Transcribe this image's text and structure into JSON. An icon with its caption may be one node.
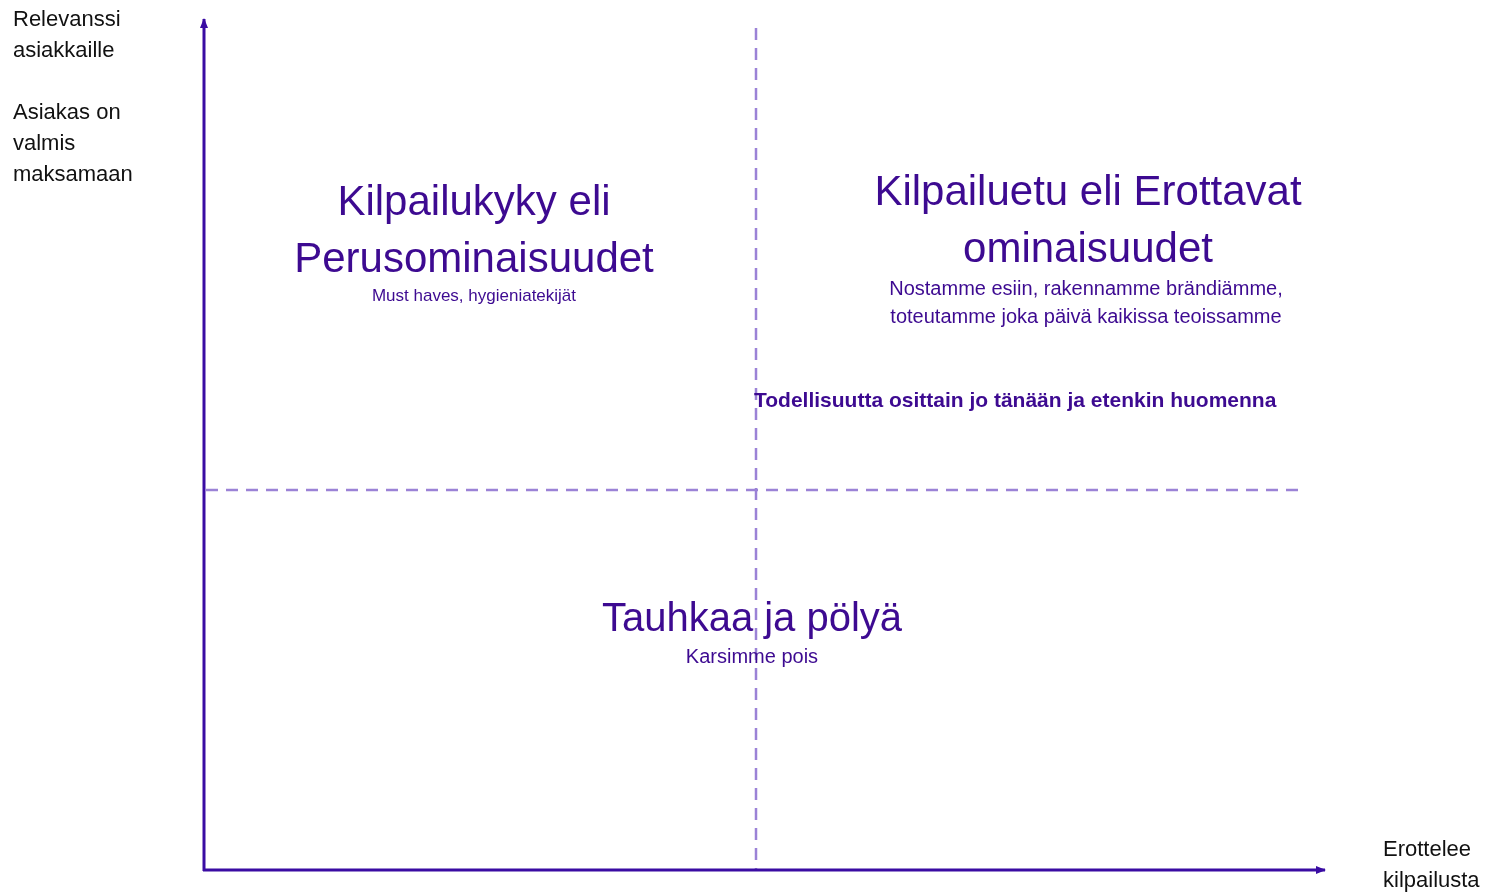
{
  "diagram": {
    "labels": [
      "Relevanssi asiakkaille",
      "Asiakas on valmis maksamaan",
      "Kilpailukyky eli Perusominaisuudet",
      "Must haves, hygieniatekijät",
      "Kilpailuetu eli Erottavat ominaisuudet",
      "Nostamme esiin, rakennamme brändiämme, toteutamme joka päivä kaikissa teoissamme",
      "Todellisuutta osittain jo tänään ja etenkin huomenna",
      "Tauhkaa ja pölyä",
      "Karsimme pois",
      "Erottelee kilpailusta"
    ]
  }
}
